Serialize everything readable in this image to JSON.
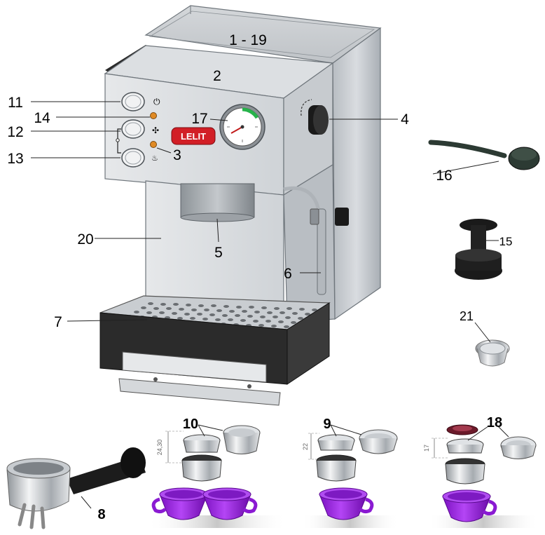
{
  "callouts": {
    "c_1_19": "1 - 19",
    "c_2": "2",
    "c_3": "3",
    "c_4": "4",
    "c_5": "5",
    "c_6": "6",
    "c_7": "7",
    "c_8": "8",
    "c_9": "9",
    "c_10": "10",
    "c_11": "11",
    "c_12": "12",
    "c_13": "13",
    "c_14": "14",
    "c_15": "15",
    "c_16": "16",
    "c_17": "17",
    "c_18": "18",
    "c_20": "20",
    "c_21": "21"
  },
  "logo": {
    "brand": "LELIT"
  },
  "dimensions": {
    "d_10": "24,30",
    "d_9": "22",
    "d_18": "17"
  },
  "colors": {
    "steel_light": "#eceef0",
    "steel_mid": "#c9cdd1",
    "steel_dark": "#9aa0a6",
    "tray_black": "#2b2b2b",
    "cup_purple": "#9b1fe0",
    "logo_red": "#d21f26",
    "gauge_green": "#27b34b"
  }
}
